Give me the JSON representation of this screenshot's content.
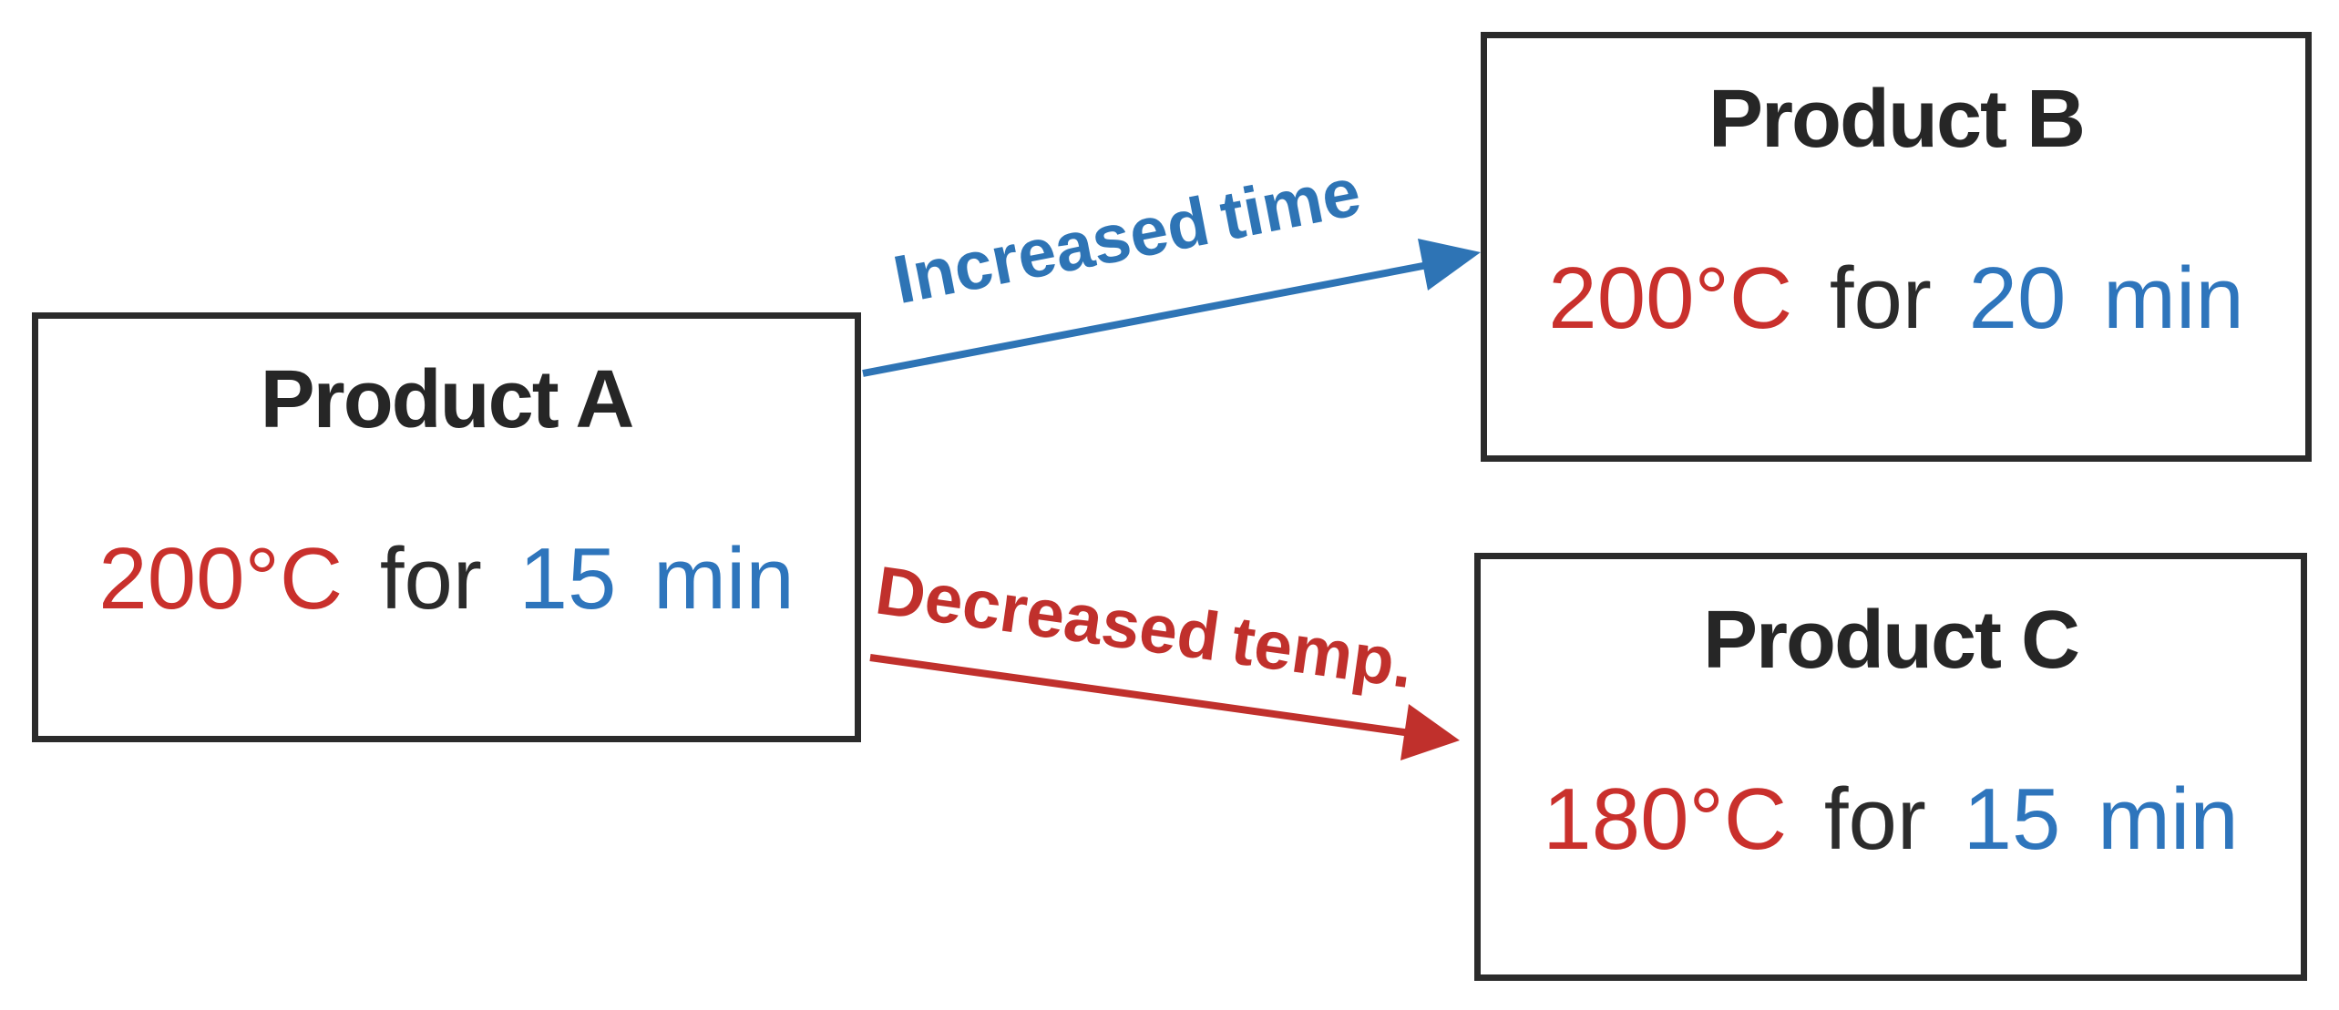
{
  "diagram": {
    "nodes": [
      {
        "title": "Product A",
        "temp": "200°C",
        "connector": "for",
        "time": "15 min"
      },
      {
        "title": "Product B",
        "temp": "200°C",
        "connector": "for",
        "time": "20 min"
      },
      {
        "title": "Product C",
        "temp": "180°C",
        "connector": "for",
        "time": "15 min"
      }
    ],
    "edges": [
      {
        "from": "Product A",
        "to": "Product B",
        "label": "Increased time",
        "color": "#2e74b5"
      },
      {
        "from": "Product A",
        "to": "Product C",
        "label": "Decreased temp.",
        "color": "#c0302c"
      }
    ],
    "colors": {
      "temperature_text": "#c9302c",
      "time_text": "#2e75bc",
      "body_text": "#2b2b2b",
      "box_border": "#2b2b2b",
      "background": "#ffffff"
    }
  }
}
